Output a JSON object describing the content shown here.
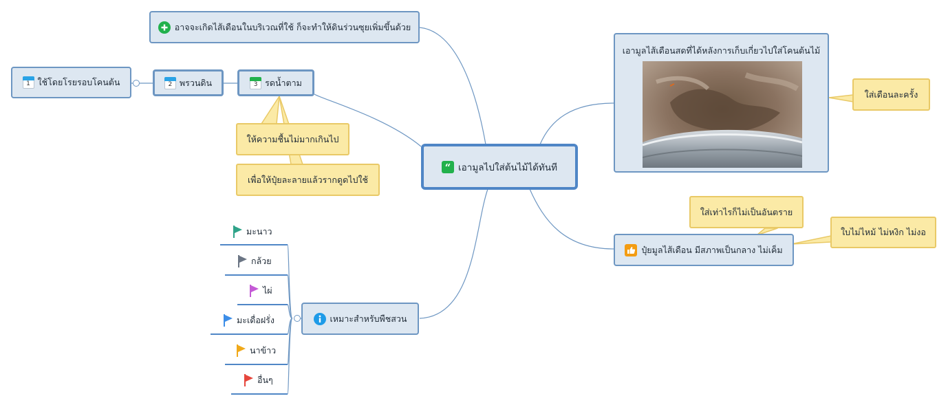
{
  "central": {
    "label": "เอามูลไปใส่ต้นไม้ได้ทันที",
    "icon": "quote-icon"
  },
  "plus_topic": {
    "label": "อาจจะเกิดไส้เดือนในบริเวณที่ใช้ ก็จะทำให้ดินร่วนซุยเพิ่มขึ้นด้วย",
    "icon": "plus-icon"
  },
  "steps": [
    {
      "num": "1",
      "label": "ใช้โดยโรยรอบโคนต้น"
    },
    {
      "num": "2",
      "label": "พรวนดิน"
    },
    {
      "num": "3",
      "label": "รดน้ำตาม"
    }
  ],
  "step_notes": [
    "ให้ความชื้นไม่มากเกินไป",
    "เพื่อให้ปุ๋ยละลายแล้วรากดูดไปใช้"
  ],
  "photo_topic": {
    "label": "เอามูลไส้เดือนสดที่ได้หลังการเก็บเกี่ยวไปใส่โคนต้นไม้",
    "note": "ใส่เดือนละครั้ง"
  },
  "fertilizer": {
    "label": "ปุ๋ยมูลไส้เดือน มีสภาพเป็นกลาง ไม่เค็ม",
    "icon": "thumbs-up-icon",
    "notes": [
      "ใส่เท่าไรก็ไม่เป็นอันตราย",
      "ใบไม่ไหม้ ไม่หงิก ไม่งอ"
    ]
  },
  "plants": {
    "label": "เหมาะสำหรับพืชสวน",
    "icon": "info-icon",
    "items": [
      {
        "label": "มะนาว",
        "color": "#2fa389"
      },
      {
        "label": "กล้วย",
        "color": "#6b7584"
      },
      {
        "label": "ไผ่",
        "color": "#c45ad6"
      },
      {
        "label": "มะเดื่อฝรั่ง",
        "color": "#3d8ee8"
      },
      {
        "label": "นาข้าว",
        "color": "#f0a91a"
      },
      {
        "label": "อื่นๆ",
        "color": "#e6463c"
      }
    ]
  },
  "colors": {
    "topic_border": "#6d96c2",
    "topic_fill": "#dde7f1",
    "callout_fill": "#fbeaa6",
    "callout_border": "#e9c966",
    "link": "#6d96c2"
  }
}
